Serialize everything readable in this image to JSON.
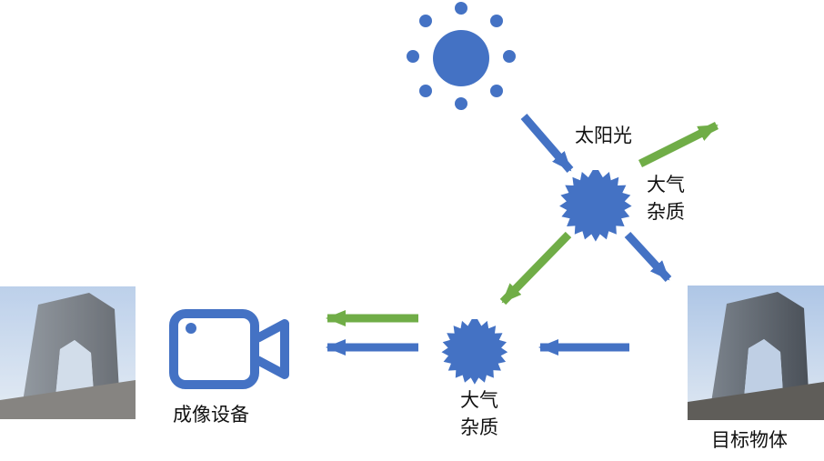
{
  "labels": {
    "sunlight": "太阳光",
    "haze_top_line1": "大气",
    "haze_top_line2": "杂质",
    "haze_bottom_line1": "大气",
    "haze_bottom_line2": "杂质",
    "camera": "成像设备",
    "target": "目标物体"
  },
  "colors": {
    "blue": "#4472C4",
    "green": "#70AD47",
    "text": "#111111",
    "sky": "#b8cde6"
  },
  "icons": {
    "sun": "sun-icon",
    "particle": "starburst-particle-icon",
    "camera": "video-camera-icon",
    "photo": "building-photo"
  }
}
